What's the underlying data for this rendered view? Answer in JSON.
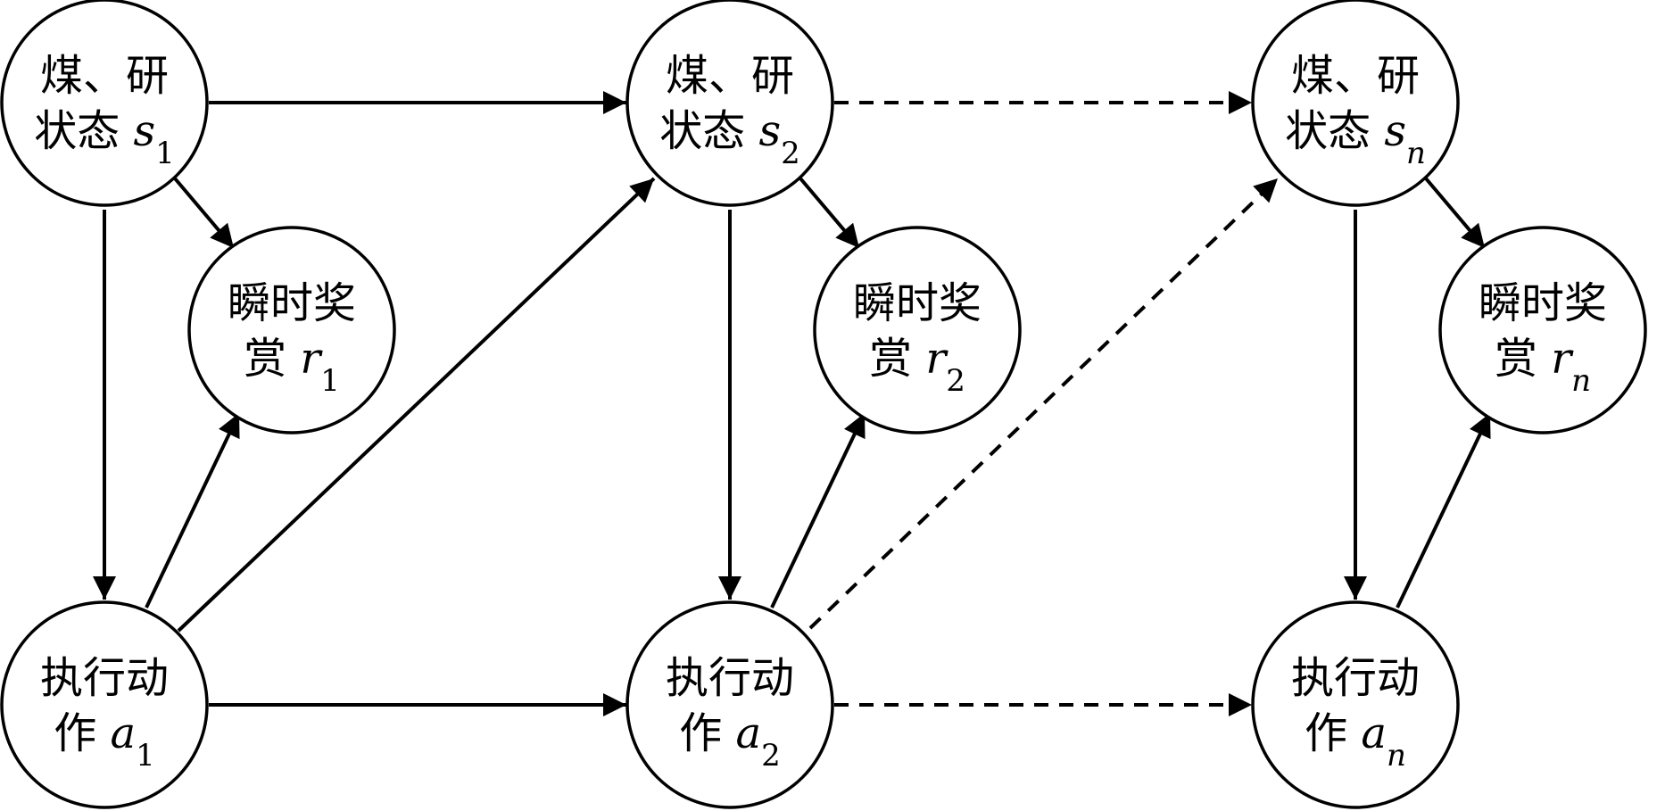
{
  "diagram": {
    "state": {
      "line1": "煤、研",
      "line2": "状态 "
    },
    "reward": {
      "line1": "瞬时奖",
      "line2": "赏 "
    },
    "action": {
      "line1": "执行动",
      "line2": "作 "
    },
    "columns": [
      {
        "s": "s",
        "s_sub": "1",
        "r": "r",
        "r_sub": "1",
        "a": "a",
        "a_sub": "1"
      },
      {
        "s": "s",
        "s_sub": "2",
        "r": "r",
        "r_sub": "2",
        "a": "a",
        "a_sub": "2"
      },
      {
        "s": "s",
        "s_sub": "n",
        "r": "r",
        "r_sub": "n",
        "a": "a",
        "a_sub": "n"
      }
    ]
  }
}
